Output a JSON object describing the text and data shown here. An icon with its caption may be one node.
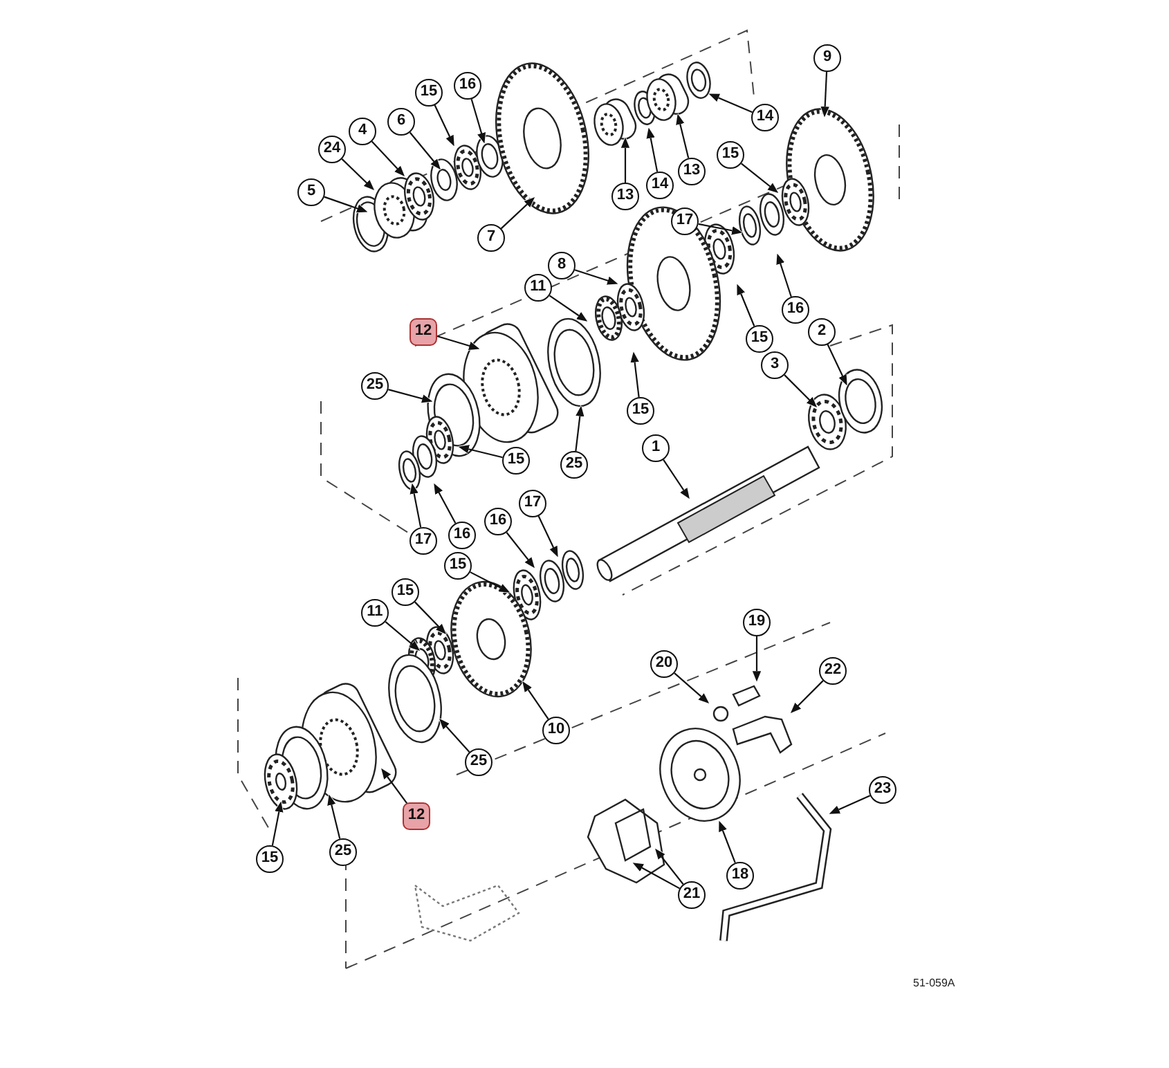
{
  "diagram": {
    "nodes": [
      {
        "text": [
          "5"
        ]
      },
      {
        "text": [
          "24"
        ]
      },
      {
        "text": [
          "4"
        ]
      },
      {
        "text": [
          "6"
        ]
      },
      {
        "text": [
          "15"
        ]
      },
      {
        "text": [
          "16"
        ]
      },
      {
        "text": [
          "7"
        ]
      },
      {
        "text": [
          "13"
        ]
      },
      {
        "text": [
          "14"
        ]
      },
      {
        "text": [
          "13"
        ]
      },
      {
        "text": [
          "14"
        ]
      },
      {
        "text": [
          "9"
        ]
      },
      {
        "text": [
          "17"
        ]
      },
      {
        "text": [
          "15"
        ]
      },
      {
        "text": [
          "16"
        ]
      },
      {
        "text": [
          "15"
        ]
      },
      {
        "text": [
          "8"
        ]
      },
      {
        "text": [
          "11"
        ]
      },
      {
        "text": [
          "12"
        ]
      },
      {
        "text": [
          "25"
        ]
      },
      {
        "text": [
          "15"
        ]
      },
      {
        "text": [
          "25"
        ]
      },
      {
        "text": [
          "15"
        ]
      },
      {
        "text": [
          "16"
        ]
      },
      {
        "text": [
          "17"
        ]
      },
      {
        "text": [
          "3"
        ]
      },
      {
        "text": [
          "2"
        ]
      },
      {
        "text": [
          "1"
        ]
      },
      {
        "text": [
          "17"
        ]
      },
      {
        "text": [
          "16"
        ]
      },
      {
        "text": [
          "15"
        ]
      },
      {
        "text": [
          "15"
        ]
      },
      {
        "text": [
          "11"
        ]
      },
      {
        "text": [
          "10"
        ]
      },
      {
        "text": [
          "25"
        ]
      },
      {
        "text": [
          "12"
        ]
      },
      {
        "text": [
          "25"
        ]
      },
      {
        "text": [
          "15"
        ]
      },
      {
        "text": [
          "19"
        ]
      },
      {
        "text": [
          "20"
        ]
      },
      {
        "text": [
          "22"
        ]
      },
      {
        "text": [
          "18"
        ]
      },
      {
        "text": [
          "21"
        ]
      },
      {
        "text": [
          "23"
        ]
      }
    ],
    "edges": [
      {
        "from": 0,
        "to": null,
        "arrow": "to"
      },
      {
        "from": 1,
        "to": null,
        "arrow": "to"
      },
      {
        "from": 2,
        "to": null,
        "arrow": "to"
      },
      {
        "from": 3,
        "to": null,
        "arrow": "to"
      },
      {
        "from": 4,
        "to": null,
        "arrow": "to"
      },
      {
        "from": 5,
        "to": null,
        "arrow": "to"
      },
      {
        "from": 6,
        "to": null,
        "arrow": "to"
      },
      {
        "from": 7,
        "to": null,
        "arrow": "to"
      },
      {
        "from": 8,
        "to": null,
        "arrow": "to"
      },
      {
        "from": 9,
        "to": null,
        "arrow": "to"
      },
      {
        "from": 10,
        "to": null,
        "arrow": "to"
      },
      {
        "from": 11,
        "to": null,
        "arrow": "to"
      },
      {
        "from": 12,
        "to": null,
        "arrow": "to"
      },
      {
        "from": 13,
        "to": null,
        "arrow": "to"
      },
      {
        "from": 14,
        "to": null,
        "arrow": "to"
      },
      {
        "from": 15,
        "to": null,
        "arrow": "to"
      },
      {
        "from": 16,
        "to": null,
        "arrow": "to"
      },
      {
        "from": 17,
        "to": null,
        "arrow": "to"
      },
      {
        "from": 18,
        "to": null,
        "arrow": "to"
      },
      {
        "from": 19,
        "to": null,
        "arrow": "to"
      },
      {
        "from": 20,
        "to": null,
        "arrow": "to"
      },
      {
        "from": 21,
        "to": null,
        "arrow": "to"
      },
      {
        "from": 22,
        "to": null,
        "arrow": "to"
      },
      {
        "from": 23,
        "to": null,
        "arrow": "to"
      },
      {
        "from": 24,
        "to": null,
        "arrow": "to"
      },
      {
        "from": 25,
        "to": null,
        "arrow": "to"
      },
      {
        "from": 26,
        "to": null,
        "arrow": "to"
      },
      {
        "from": 27,
        "to": null,
        "arrow": "to"
      },
      {
        "from": 28,
        "to": null,
        "arrow": "to"
      },
      {
        "from": 29,
        "to": null,
        "arrow": "to"
      },
      {
        "from": 30,
        "to": null,
        "arrow": "to"
      },
      {
        "from": 31,
        "to": null,
        "arrow": "to"
      },
      {
        "from": 32,
        "to": null,
        "arrow": "to"
      },
      {
        "from": 33,
        "to": null,
        "arrow": "to"
      },
      {
        "from": 34,
        "to": null,
        "arrow": "to"
      },
      {
        "from": 35,
        "to": null,
        "arrow": "to"
      },
      {
        "from": 36,
        "to": null,
        "arrow": "to"
      },
      {
        "from": 37,
        "to": null,
        "arrow": "to"
      },
      {
        "from": 38,
        "to": null,
        "arrow": "to"
      },
      {
        "from": 39,
        "to": null,
        "arrow": "to"
      },
      {
        "from": 40,
        "to": null,
        "arrow": "to"
      },
      {
        "from": 41,
        "to": null,
        "arrow": "to"
      },
      {
        "from": 42,
        "to": null,
        "arrow": "to"
      },
      {
        "from": 42,
        "to": null,
        "arrow": "to"
      },
      {
        "from": 43,
        "to": null,
        "arrow": "to"
      }
    ],
    "labels": [
      "51-059A"
    ]
  }
}
